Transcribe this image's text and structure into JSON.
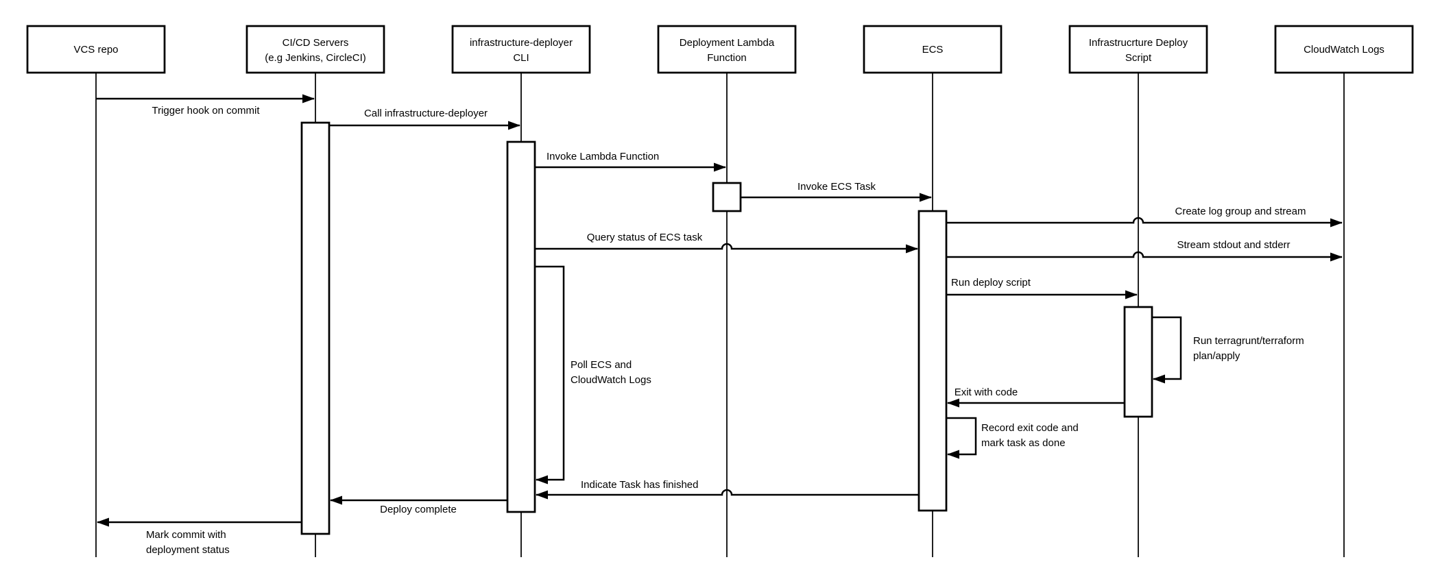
{
  "diagram": {
    "type": "sequence-diagram",
    "colors": {
      "stroke": "#000000",
      "shape_fill": "#ffffff",
      "background": "#ffffff"
    },
    "actors": [
      {
        "id": "vcs-repo",
        "lines": [
          "VCS repo",
          ""
        ]
      },
      {
        "id": "cicd-servers",
        "lines": [
          "CI/CD Servers",
          "(e.g Jenkins, CircleCI)"
        ]
      },
      {
        "id": "infrastructure-deployer-cli",
        "lines": [
          "infrastructure-deployer",
          "CLI"
        ]
      },
      {
        "id": "deployment-lambda-function",
        "lines": [
          "Deployment Lambda",
          "Function"
        ]
      },
      {
        "id": "ecs",
        "lines": [
          "ECS",
          ""
        ]
      },
      {
        "id": "infrastructure-deploy-script",
        "lines": [
          "Infrastrucrture Deploy",
          "Script"
        ]
      },
      {
        "id": "cloudwatch-logs",
        "lines": [
          "CloudWatch Logs",
          ""
        ]
      }
    ],
    "messages": [
      {
        "id": "trigger-hook",
        "from": "VCS repo",
        "to": "CI/CD Servers",
        "lines": [
          "Trigger hook on commit",
          ""
        ]
      },
      {
        "id": "call-deployer",
        "from": "CI/CD Servers",
        "to": "infrastructure-deployer CLI",
        "lines": [
          "Call infrastructure-deployer",
          ""
        ]
      },
      {
        "id": "invoke-lambda",
        "from": "infrastructure-deployer CLI",
        "to": "Deployment Lambda Function",
        "lines": [
          "Invoke Lambda Function",
          ""
        ]
      },
      {
        "id": "invoke-ecs-task",
        "from": "Deployment Lambda Function",
        "to": "ECS",
        "lines": [
          "Invoke ECS Task",
          ""
        ]
      },
      {
        "id": "create-log-group",
        "from": "ECS",
        "to": "CloudWatch Logs",
        "lines": [
          "Create log group and stream",
          ""
        ]
      },
      {
        "id": "query-status",
        "from": "infrastructure-deployer CLI",
        "to": "ECS",
        "lines": [
          "Query status of ECS task",
          ""
        ]
      },
      {
        "id": "stream-stdout",
        "from": "ECS",
        "to": "CloudWatch Logs",
        "lines": [
          "Stream stdout and stderr",
          ""
        ]
      },
      {
        "id": "run-deploy-script",
        "from": "ECS",
        "to": "Infrastrucrture Deploy Script",
        "lines": [
          "Run deploy script",
          ""
        ]
      },
      {
        "id": "run-terragrunt",
        "from": "Infrastrucrture Deploy Script",
        "to": "Infrastrucrture Deploy Script",
        "lines": [
          "Run terragrunt/terraform",
          "plan/apply"
        ]
      },
      {
        "id": "exit-with-code",
        "from": "Infrastrucrture Deploy Script",
        "to": "ECS",
        "lines": [
          "Exit with code",
          ""
        ]
      },
      {
        "id": "record-exit-code",
        "from": "ECS",
        "to": "ECS",
        "lines": [
          "Record exit code and",
          "mark task as done"
        ]
      },
      {
        "id": "poll-ecs",
        "from": "infrastructure-deployer CLI",
        "to": "infrastructure-deployer CLI",
        "lines": [
          "Poll ECS and",
          "CloudWatch Logs"
        ]
      },
      {
        "id": "task-finished",
        "from": "ECS",
        "to": "infrastructure-deployer CLI",
        "lines": [
          "Indicate Task has finished",
          ""
        ]
      },
      {
        "id": "deploy-complete",
        "from": "infrastructure-deployer CLI",
        "to": "CI/CD Servers",
        "lines": [
          "Deploy complete",
          ""
        ]
      },
      {
        "id": "mark-commit",
        "from": "CI/CD Servers",
        "to": "VCS repo",
        "lines": [
          "Mark commit with",
          "deployment status"
        ]
      }
    ]
  }
}
